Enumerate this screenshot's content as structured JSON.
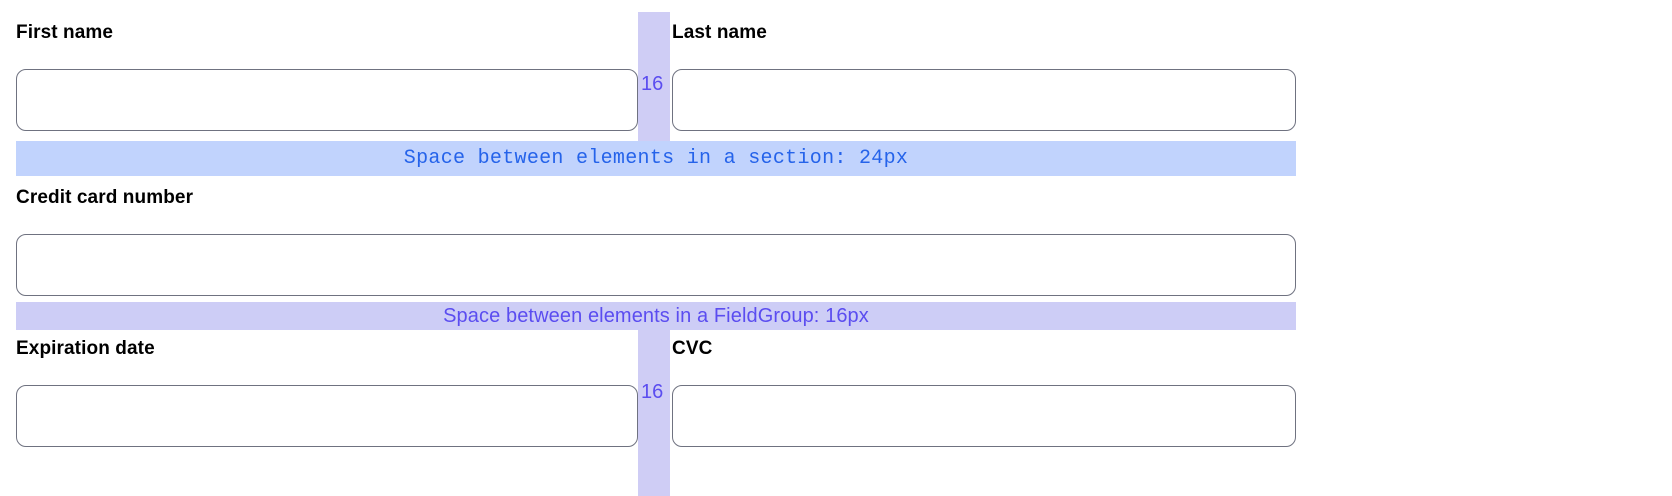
{
  "form": {
    "fields": [
      {
        "id": "first-name",
        "label": "First name",
        "value": "",
        "placeholder": ""
      },
      {
        "id": "last-name",
        "label": "Last name",
        "value": "",
        "placeholder": ""
      },
      {
        "id": "credit-card-number",
        "label": "Credit card number",
        "value": "",
        "placeholder": ""
      },
      {
        "id": "expiration-date",
        "label": "Expiration date",
        "value": "",
        "placeholder": ""
      },
      {
        "id": "cvc",
        "label": "CVC",
        "value": "",
        "placeholder": ""
      }
    ]
  },
  "annotations": {
    "gap_top_label": "16",
    "gap_bottom_label": "16",
    "section_band_text": "Space between elements in a section: 24px",
    "fieldgroup_band_text": "Space between elements in a FieldGroup: 16px"
  },
  "colors": {
    "gap_column_fill": "#cfcdf5",
    "gap_label_text": "#5b4df0",
    "section_band_fill": "#c1d3fd",
    "section_band_text": "#2563ea",
    "fieldgroup_band_fill": "#cdcdf6",
    "fieldgroup_band_text": "#5b4df0",
    "input_border": "#6f7280",
    "label_text": "#000000",
    "page_background": "#ffffff"
  }
}
